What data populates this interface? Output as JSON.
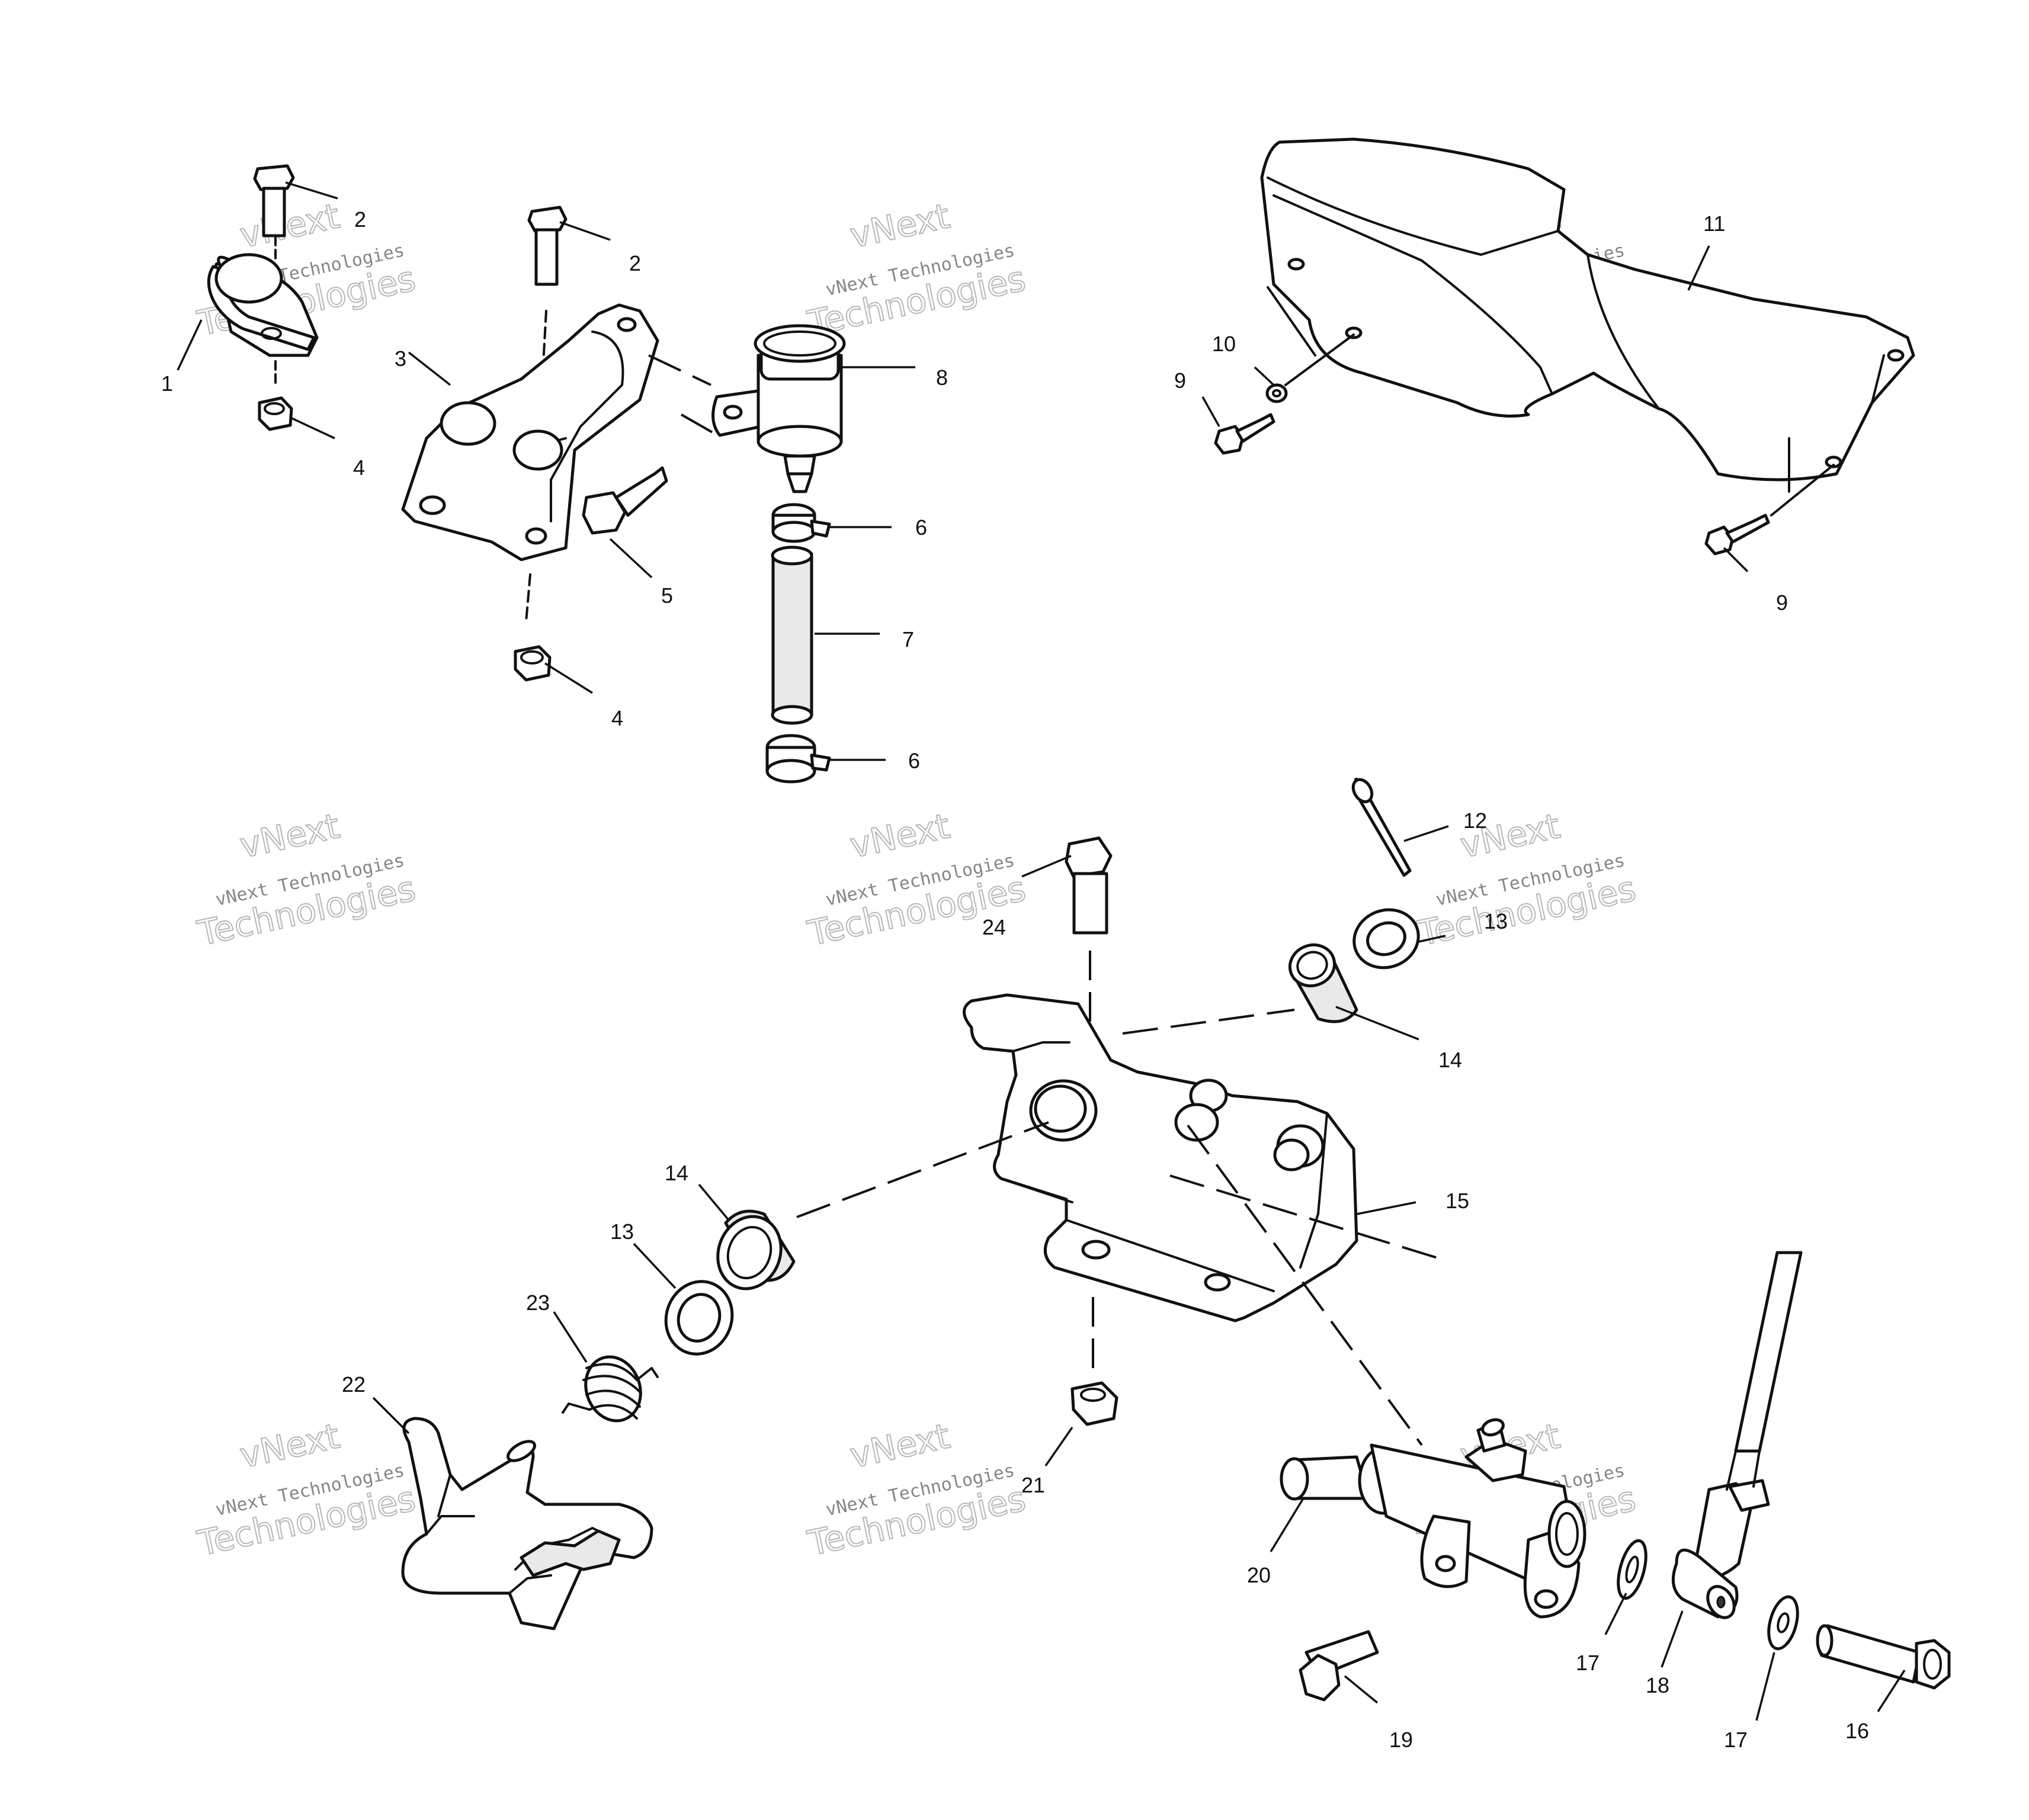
{
  "watermark": {
    "line1": "vNext",
    "line2": "vNext Technologies",
    "line3": "Technologies"
  },
  "callouts": {
    "c1": "1",
    "c2a": "2",
    "c2b": "2",
    "c3": "3",
    "c4a": "4",
    "c4b": "4",
    "c5": "5",
    "c6a": "6",
    "c6b": "6",
    "c7": "7",
    "c8": "8",
    "c9a": "9",
    "c9b": "9",
    "c10": "10",
    "c11": "11",
    "c12": "12",
    "c13a": "13",
    "c13b": "13",
    "c14a": "14",
    "c14b": "14",
    "c15": "15",
    "c16": "16",
    "c17a": "17",
    "c17b": "17",
    "c18": "18",
    "c19": "19",
    "c20": "20",
    "c21": "21",
    "c22": "22",
    "c23": "23",
    "c24": "24"
  },
  "colors": {
    "line": "#111111",
    "background": "#ffffff",
    "watermark": "#9a9a9a"
  }
}
